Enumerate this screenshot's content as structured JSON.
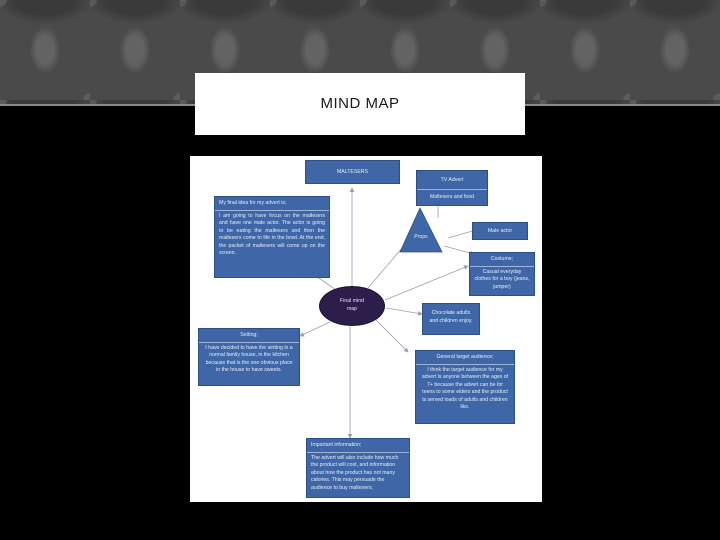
{
  "title": "MIND MAP",
  "center": {
    "line1": "Final mind",
    "line2": "map"
  },
  "nodes": {
    "maltesers": "MALTESERS",
    "tv_advert": "TV Advert",
    "malteser_food": "Maltesers and food",
    "idea": {
      "heading": "My final idea for my advert is;",
      "body": "I am going to have focus on the maltesers and have one male actor. The actor is going to be eating the maltesers and then the maltesers come to life in the bowl. At the end, the packet of maltesers will come up on the screen."
    },
    "props": "Props",
    "male_actor": "Male actor",
    "costume": {
      "heading": "Costume;",
      "body": "Casual everyday clothes for a boy (jeans, jumper)"
    },
    "chocolate": "Chocolate adults and children enjoy.",
    "setting": {
      "heading": "Setting;",
      "body": "I have decided to have the setting in a normal family house, in the kitchen because that is the one obvious place in the house to have sweets."
    },
    "audience": {
      "heading": "General target audience;",
      "body": "I think the target audience for my advert is anyone between the ages of 7+ because the advert can be for teens to some elders and the product is served loads of adults and children like."
    },
    "info": {
      "heading": "Important information;",
      "body": "The advert will also include how much the product will cost, and information about how the product has not many calories. This may persuade the audience to buy maltesers."
    }
  },
  "colors": {
    "node_fill": "#3f67a8",
    "center_fill": "#2c1d4b",
    "arrow": "#9aa0b4"
  }
}
